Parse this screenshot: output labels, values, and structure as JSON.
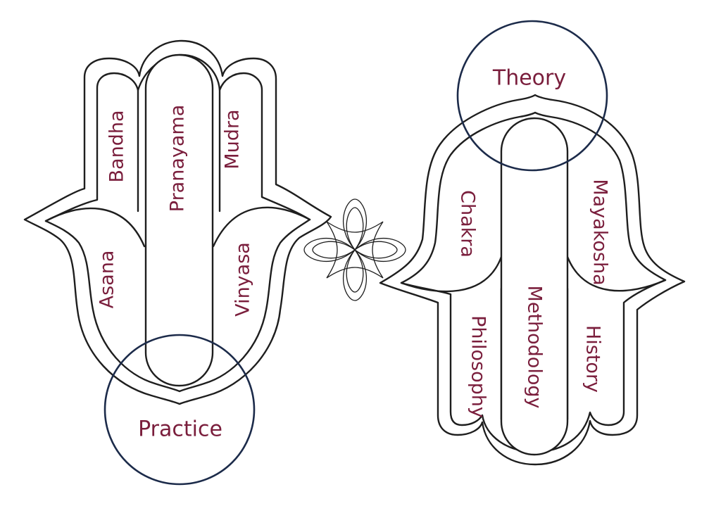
{
  "left_hand": {
    "fingers": {
      "left": "Bandha",
      "middle": "Pranayama",
      "right": "Mudra"
    },
    "thumbs": {
      "left": "Asana",
      "right": "Vinyasa"
    },
    "circle_label": "Practice"
  },
  "right_hand": {
    "fingers": {
      "left": "Philosophy",
      "middle": "Methodology",
      "right": "History"
    },
    "thumbs": {
      "left": "Chakra",
      "right": "Mayakosha"
    },
    "circle_label": "Theory"
  },
  "colors": {
    "label": "#7a1e3c",
    "circle": "#1c2b4a",
    "outline": "#1e1e1e"
  },
  "icons": {
    "center": "quatrefoil-knot-icon"
  }
}
